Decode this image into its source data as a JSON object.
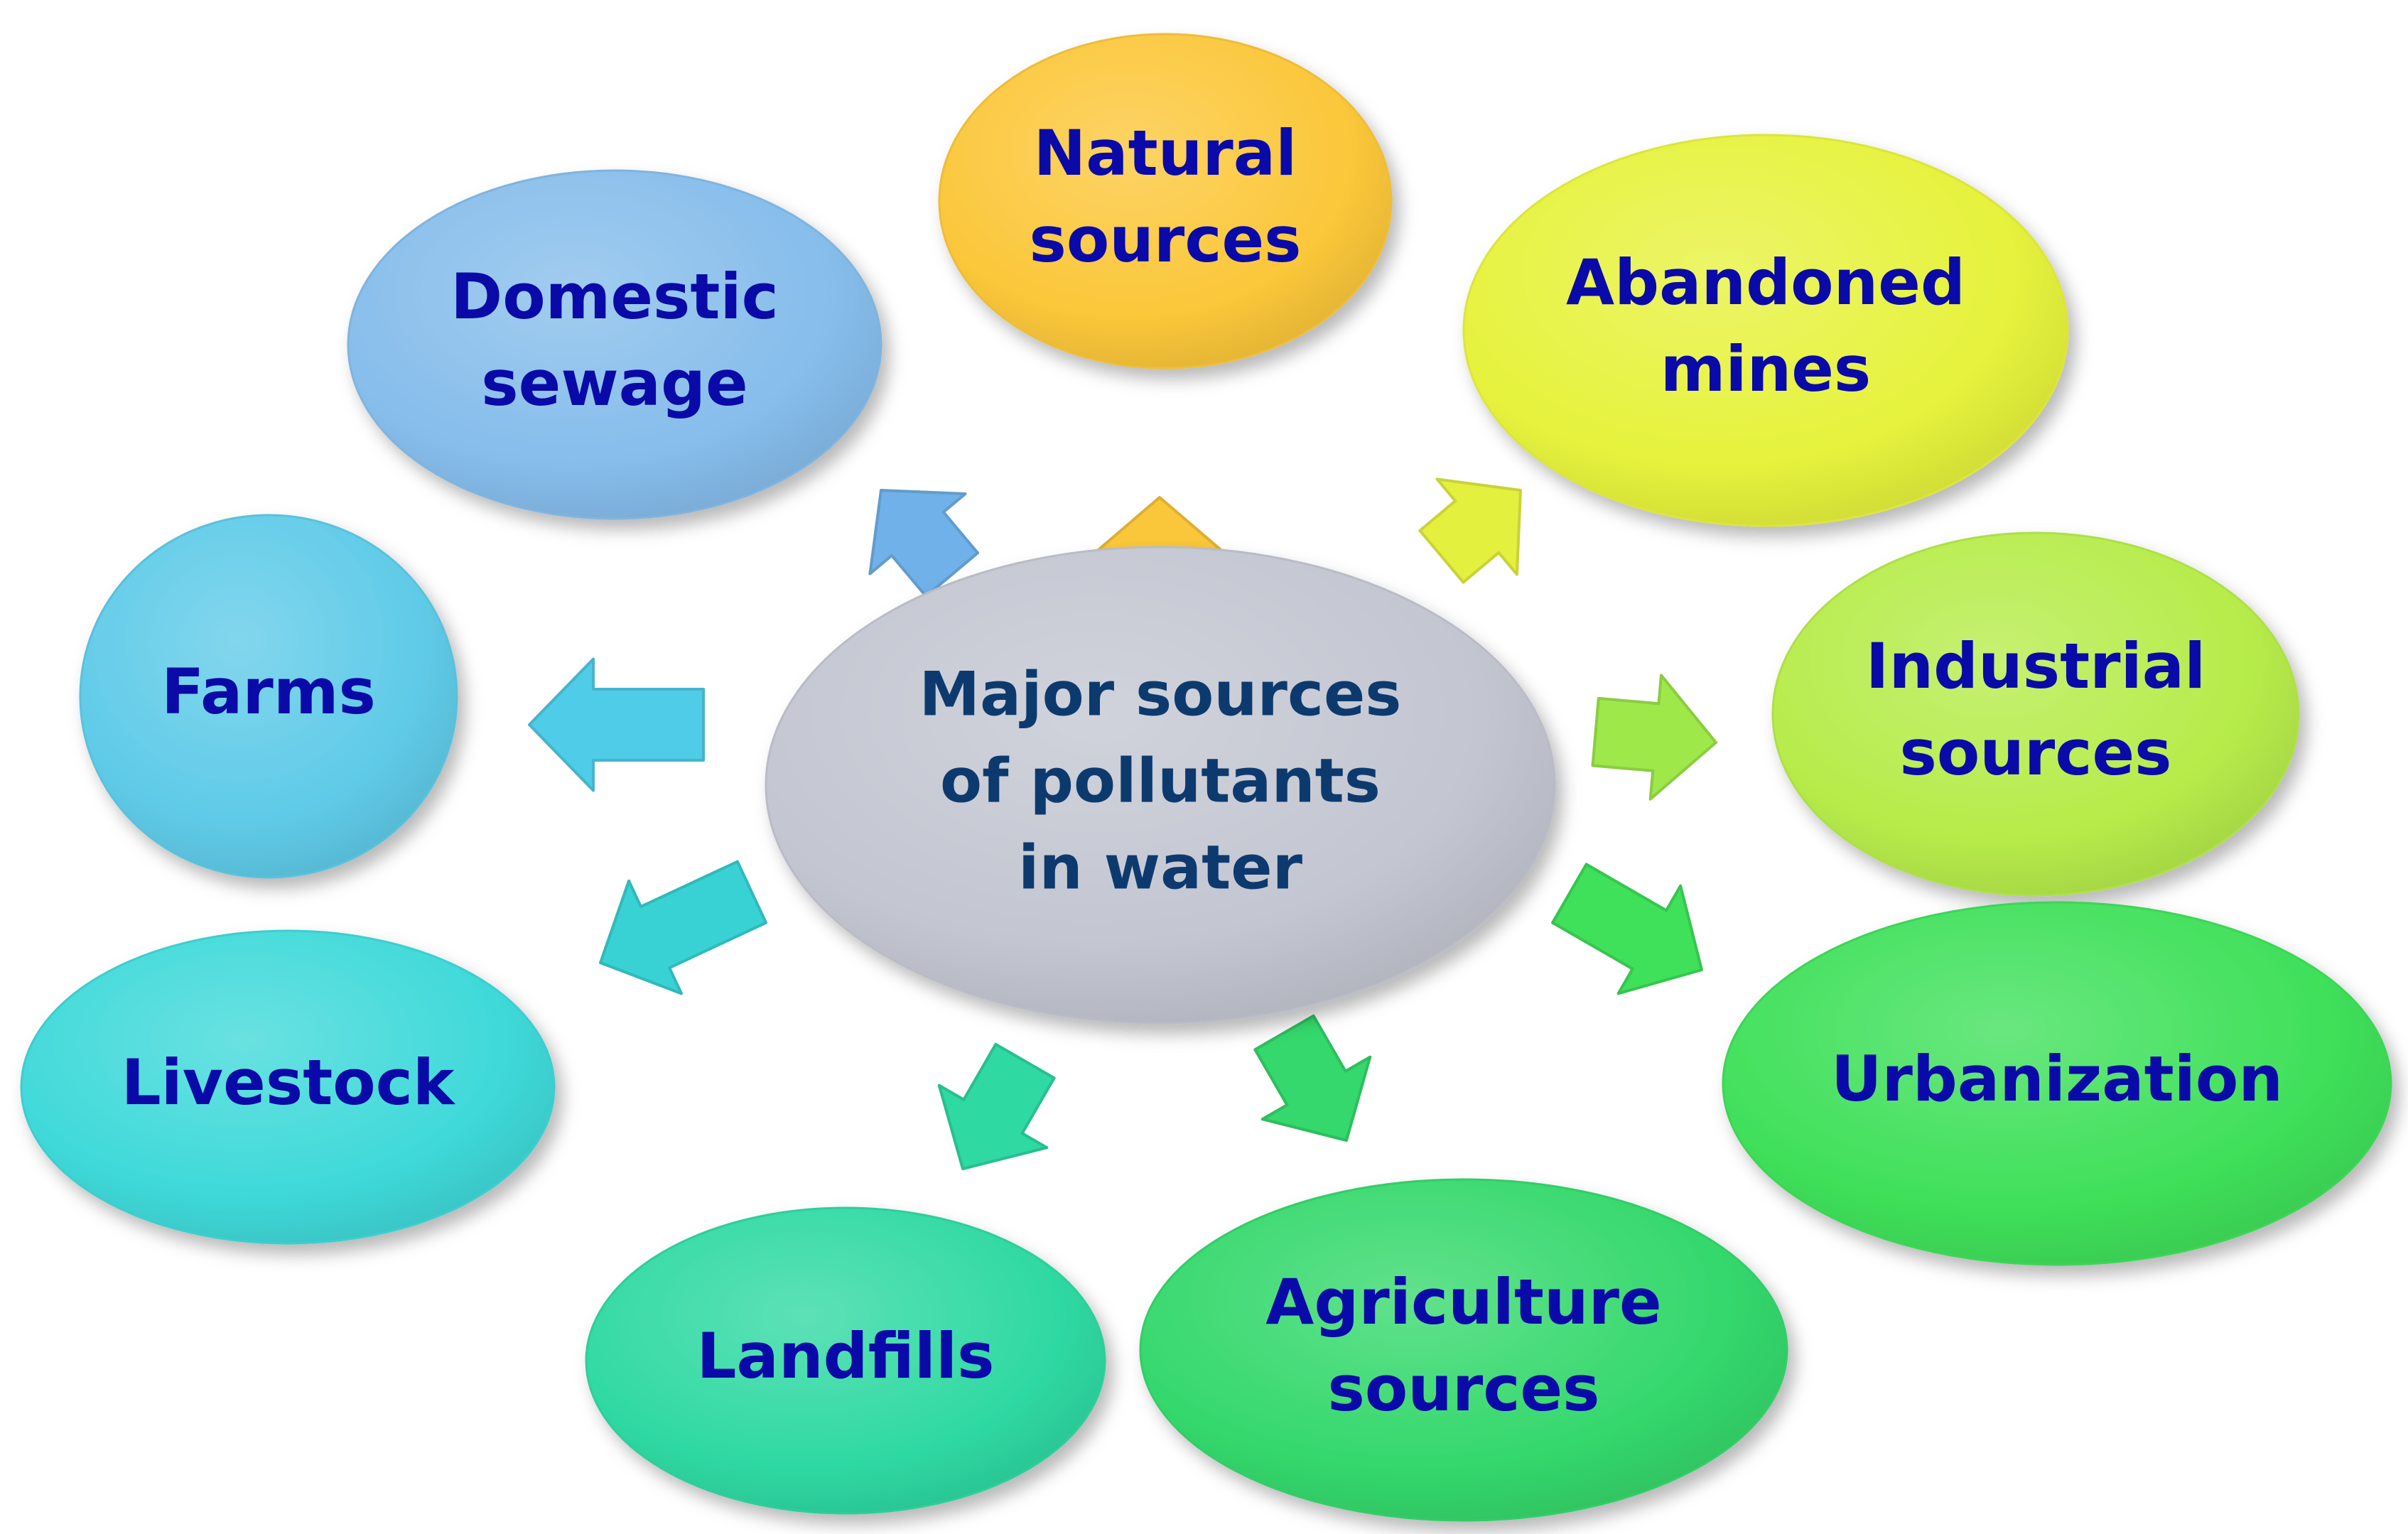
{
  "colors": {
    "label_text": "#0a0aa8",
    "center_text": "#0d3a6e",
    "center_fill": "#c3c6d1"
  },
  "center": {
    "lines": [
      "Major sources",
      "of pollutants",
      "in water"
    ]
  },
  "sources": [
    {
      "id": "natural-sources",
      "lines": [
        "Natural",
        "sources"
      ],
      "color": "#fbc73a",
      "arrow_color": "#fbc73a"
    },
    {
      "id": "abandoned-mines",
      "lines": [
        "Abandoned",
        "mines"
      ],
      "color": "#e6f23c",
      "arrow_color": "#e4f03e"
    },
    {
      "id": "industrial-sources",
      "lines": [
        "Industrial",
        "sources"
      ],
      "color": "#b6ec4a",
      "arrow_color": "#9ee84a"
    },
    {
      "id": "urbanization",
      "lines": [
        "Urbanization"
      ],
      "color": "#3fe05a",
      "arrow_color": "#3fe05a"
    },
    {
      "id": "agriculture-sources",
      "lines": [
        "Agriculture",
        "sources"
      ],
      "color": "#34d86c",
      "arrow_color": "#34d86c"
    },
    {
      "id": "landfills",
      "lines": [
        "Landfills"
      ],
      "color": "#2fd9a2",
      "arrow_color": "#2fd9a2"
    },
    {
      "id": "livestock",
      "lines": [
        "Livestock"
      ],
      "color": "#3fd9d9",
      "arrow_color": "#38d2d4"
    },
    {
      "id": "farms",
      "lines": [
        "Farms"
      ],
      "color": "#5fcbe8",
      "arrow_color": "#4fcce8"
    },
    {
      "id": "domestic-sewage",
      "lines": [
        "Domestic",
        "sewage"
      ],
      "color": "#86bdeb",
      "arrow_color": "#6fb1e8"
    }
  ]
}
